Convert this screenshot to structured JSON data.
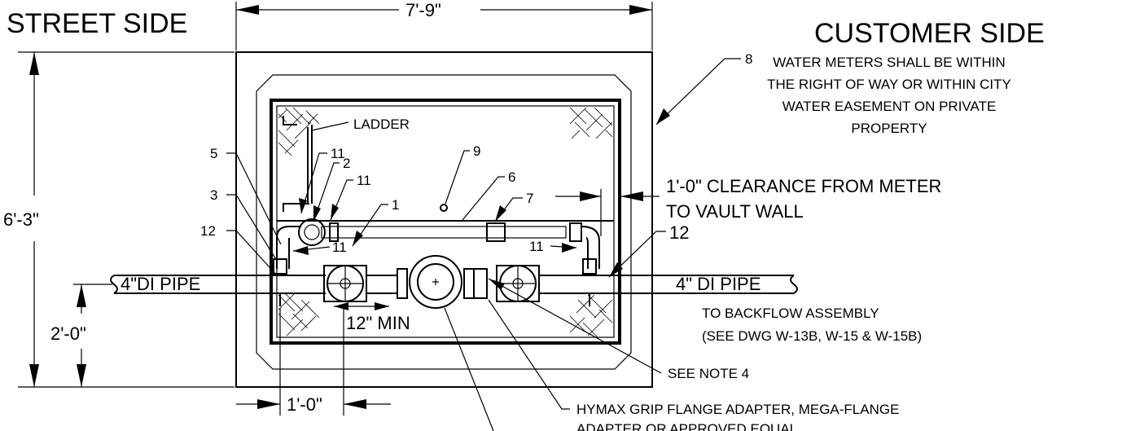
{
  "headings": {
    "street_side": "STREET SIDE",
    "customer_side": "CUSTOMER SIDE"
  },
  "dimensions": {
    "width": "7'-9\"",
    "height": "6'-3\"",
    "pipe_height": "2'-0\"",
    "offset": "1'-0\"",
    "min_spacing": "12\" MIN"
  },
  "notes": {
    "easement_lines": [
      "WATER METERS SHALL BE WITHIN",
      "THE RIGHT OF WAY OR WITHIN CITY",
      "WATER EASEMENT ON PRIVATE",
      "PROPERTY"
    ],
    "clearance_line1": "1'-0\" CLEARANCE FROM METER",
    "clearance_line2": "TO VAULT WALL",
    "backflow_line1": "TO BACKFLOW ASSEMBLY",
    "backflow_line2": "(SEE DWG W-13B, W-15 & W-15B)",
    "see_note": "SEE NOTE 4",
    "adapter_line1": "HYMAX GRIP FLANGE ADAPTER, MEGA-FLANGE",
    "adapter_line2": "ADAPTER OR APPROVED EQUAL"
  },
  "labels": {
    "ladder": "LADDER",
    "pipe_left": "4\"DI PIPE",
    "pipe_right": "4\" DI PIPE"
  },
  "callouts": {
    "c1": "1",
    "c2": "2",
    "c3": "3",
    "c5": "5",
    "c6": "6",
    "c7": "7",
    "c8": "8",
    "c9": "9",
    "c11a": "11",
    "c11b": "11",
    "c11c": "11",
    "c11d": "11",
    "c12a": "12",
    "c12b": "12"
  }
}
